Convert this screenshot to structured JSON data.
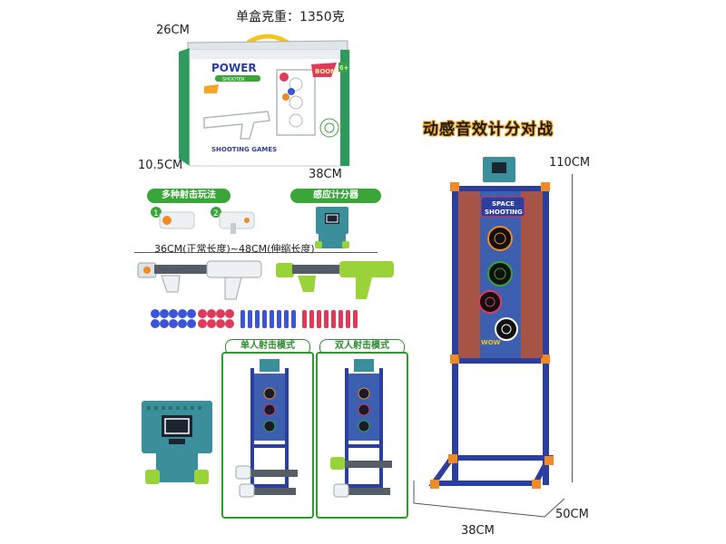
{
  "box_weight": "单盒克重：1350克",
  "box": {
    "height": "26CM",
    "depth": "10.5CM",
    "width": "38CM",
    "brand": "POWER",
    "brand_sub": "SHOOTER",
    "title": "SHOOTING GAMES",
    "boom": "BOOM!",
    "age": "6+"
  },
  "headline": "动感音效计分对战",
  "modes": {
    "multi_play_label": "多种射击玩法",
    "sensor_label": "感应计分器",
    "step1": "1",
    "step2": "2"
  },
  "gun_length": "36CM(正常长度)~48CM(伸缩长度)",
  "single_mode": "单人射击模式",
  "double_mode": "双人射击模式",
  "stand": {
    "height": "110CM",
    "width": "38CM",
    "depth": "50CM",
    "banner_line1": "SPACE",
    "banner_line2": "SHOOTING",
    "wow": "WOW"
  },
  "colors": {
    "green": "#2e9b2e",
    "frame_blue": "#2b3f9e",
    "orange": "#f08a24",
    "teal": "#3a8f9a",
    "dart_blue": "#3b55d6",
    "dart_red": "#e03a5a",
    "lime": "#9ad23a"
  }
}
